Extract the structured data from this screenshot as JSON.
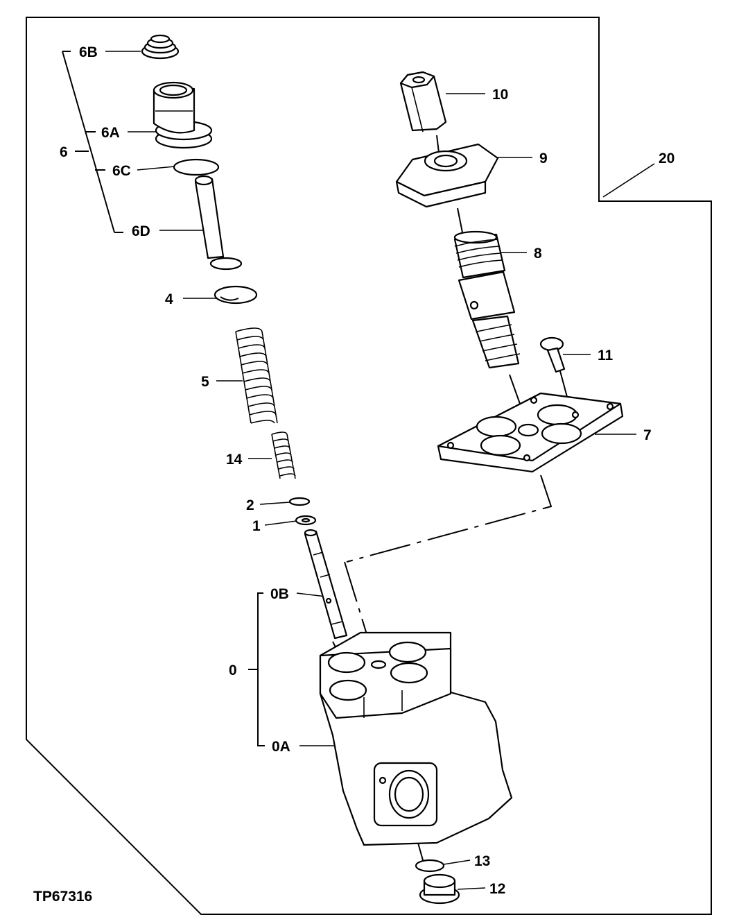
{
  "figure": {
    "id_code": "TP67316"
  },
  "callouts": [
    {
      "key": "6B",
      "text": "6B"
    },
    {
      "key": "6A",
      "text": "6A"
    },
    {
      "key": "6",
      "text": "6"
    },
    {
      "key": "6C",
      "text": "6C"
    },
    {
      "key": "6D",
      "text": "6D"
    },
    {
      "key": "4",
      "text": "4"
    },
    {
      "key": "5",
      "text": "5"
    },
    {
      "key": "14",
      "text": "14"
    },
    {
      "key": "2",
      "text": "2"
    },
    {
      "key": "1",
      "text": "1"
    },
    {
      "key": "0B",
      "text": "0B"
    },
    {
      "key": "0",
      "text": "0"
    },
    {
      "key": "0A",
      "text": "0A"
    },
    {
      "key": "10",
      "text": "10"
    },
    {
      "key": "9",
      "text": "9"
    },
    {
      "key": "20",
      "text": "20"
    },
    {
      "key": "8",
      "text": "8"
    },
    {
      "key": "11",
      "text": "11"
    },
    {
      "key": "7",
      "text": "7"
    },
    {
      "key": "13",
      "text": "13"
    },
    {
      "key": "12",
      "text": "12"
    }
  ]
}
